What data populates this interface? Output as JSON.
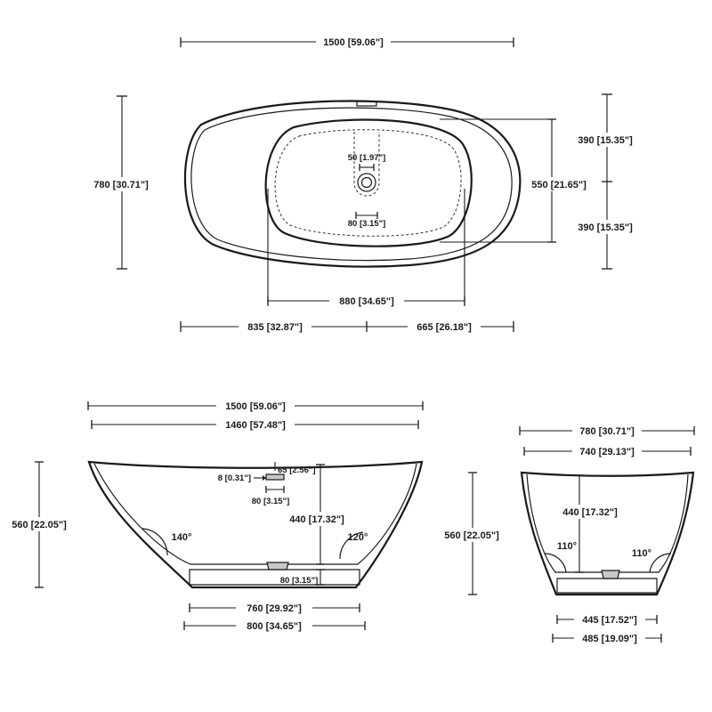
{
  "top_view": {
    "overall_length": "1500 [59.06\"]",
    "overall_width": "780 [30.71\"]",
    "upper_half": "390 [15.35\"]",
    "lower_half": "390 [15.35\"]",
    "inner_width": "550 [21.65\"]",
    "inner_length": "880 [34.65\"]",
    "left_offset": "835 [32.87\"]",
    "right_offset": "665 [26.18\"]",
    "drain_diameter": "50 [1.97\"]",
    "drain_offset": "80 [3.15\"]"
  },
  "side_view": {
    "top_length": "1500 [59.06\"]",
    "rim_length": "1460 [57.48\"]",
    "overflow_thickness": "8 [0.31\"]",
    "overflow_size": "65 [2.56\"]",
    "overflow_offset": "80 [3.15\"]",
    "inner_depth": "440 [17.32\"]",
    "total_height": "560 [22.05\"]",
    "left_angle": "140°",
    "right_angle": "120°",
    "base_height": "80 [3.15\"]",
    "base_inner_length": "760 [29.92\"]",
    "base_outer_length": "800 [34.65\"]"
  },
  "end_view": {
    "top_width": "780 [30.71\"]",
    "rim_width": "740 [29.13\"]",
    "inner_depth": "440 [17.32\"]",
    "total_height": "560 [22.05\"]",
    "left_angle": "110°",
    "right_angle": "110°",
    "base_inner_width": "445 [17.52\"]",
    "base_outer_width": "485 [19.09\"]"
  }
}
